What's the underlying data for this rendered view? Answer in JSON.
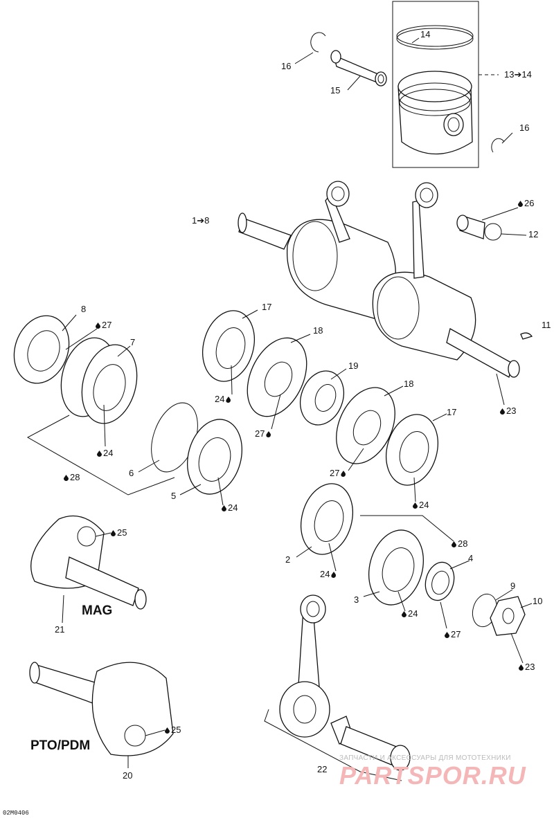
{
  "diagram_code": "02M0406",
  "callouts": [
    {
      "id": "c16a",
      "text": "16",
      "drop": false
    },
    {
      "id": "c15",
      "text": "15",
      "drop": false
    },
    {
      "id": "c14",
      "text": "14",
      "drop": false
    },
    {
      "id": "c13",
      "text": "13➔14",
      "drop": false
    },
    {
      "id": "c16b",
      "text": "16",
      "drop": false
    },
    {
      "id": "c1",
      "text": "1➔8",
      "drop": false
    },
    {
      "id": "c26",
      "text": "26",
      "drop": true
    },
    {
      "id": "c12",
      "text": "12",
      "drop": false
    },
    {
      "id": "c11",
      "text": "11",
      "drop": false
    },
    {
      "id": "c8",
      "text": "8",
      "drop": false
    },
    {
      "id": "c27a",
      "text": "27",
      "drop": true
    },
    {
      "id": "c7",
      "text": "7",
      "drop": false
    },
    {
      "id": "c17a",
      "text": "17",
      "drop": false
    },
    {
      "id": "c18a",
      "text": "18",
      "drop": false
    },
    {
      "id": "c19",
      "text": "19",
      "drop": false
    },
    {
      "id": "c24a",
      "text": "24",
      "drop": true
    },
    {
      "id": "c27b",
      "text": "27",
      "drop": true
    },
    {
      "id": "c23a",
      "text": "23",
      "drop": true
    },
    {
      "id": "c18b",
      "text": "18",
      "drop": false
    },
    {
      "id": "c17b",
      "text": "17",
      "drop": false
    },
    {
      "id": "c24b",
      "text": "24",
      "drop": true
    },
    {
      "id": "c28a",
      "text": "28",
      "drop": true
    },
    {
      "id": "c6",
      "text": "6",
      "drop": false
    },
    {
      "id": "c5",
      "text": "5",
      "drop": false
    },
    {
      "id": "c24c",
      "text": "24",
      "drop": true
    },
    {
      "id": "c27c",
      "text": "27",
      "drop": true
    },
    {
      "id": "c24d",
      "text": "24",
      "drop": true
    },
    {
      "id": "c25a",
      "text": "25",
      "drop": true
    },
    {
      "id": "c28b",
      "text": "28",
      "drop": true
    },
    {
      "id": "c2",
      "text": "2",
      "drop": false
    },
    {
      "id": "c4",
      "text": "4",
      "drop": false
    },
    {
      "id": "c24e",
      "text": "24",
      "drop": true
    },
    {
      "id": "c3",
      "text": "3",
      "drop": false
    },
    {
      "id": "c24f",
      "text": "24",
      "drop": true
    },
    {
      "id": "c9",
      "text": "9",
      "drop": false
    },
    {
      "id": "c10",
      "text": "10",
      "drop": false
    },
    {
      "id": "c27d",
      "text": "27",
      "drop": true
    },
    {
      "id": "c21",
      "text": "21",
      "drop": false
    },
    {
      "id": "c23b",
      "text": "23",
      "drop": true
    },
    {
      "id": "c25b",
      "text": "25",
      "drop": true
    },
    {
      "id": "c20",
      "text": "20",
      "drop": false
    },
    {
      "id": "c22",
      "text": "22",
      "drop": false
    }
  ],
  "labels": {
    "mag": "MAG",
    "pto": "PTO/PDM"
  },
  "watermark": {
    "caption": "ЗАПЧАСТИ И АКСЕССУАРЫ ДЛЯ МОТОТЕХНИКИ",
    "brand": "PARTSPOR.RU"
  }
}
